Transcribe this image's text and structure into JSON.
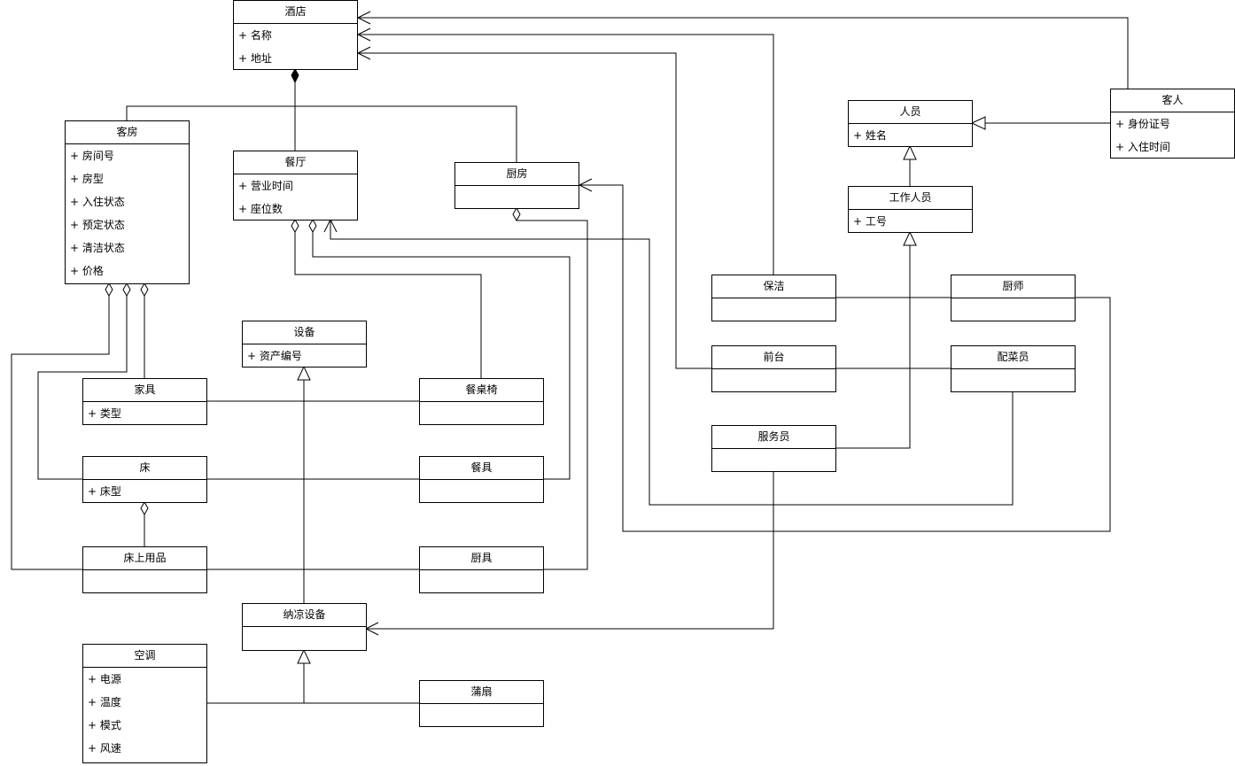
{
  "classes": {
    "hotel": {
      "name": "酒店",
      "attrs": [
        "+ 名称",
        "+ 地址"
      ]
    },
    "guestroom": {
      "name": "客房",
      "attrs": [
        "+ 房间号",
        "+ 房型",
        "+ 入住状态",
        "+ 预定状态",
        "+ 清洁状态",
        "+ 价格"
      ]
    },
    "restaurant": {
      "name": "餐厅",
      "attrs": [
        "+ 营业时间",
        "+ 座位数"
      ]
    },
    "kitchen": {
      "name": "厨房",
      "attrs": []
    },
    "equipment": {
      "name": "设备",
      "attrs": [
        "+ 资产编号"
      ]
    },
    "furniture": {
      "name": "家具",
      "attrs": [
        "+ 类型"
      ]
    },
    "dining_set": {
      "name": "餐桌椅",
      "attrs": []
    },
    "bed": {
      "name": "床",
      "attrs": [
        "+ 床型"
      ]
    },
    "tableware": {
      "name": "餐具",
      "attrs": []
    },
    "bedding": {
      "name": "床上用品",
      "attrs": []
    },
    "kitchenware": {
      "name": "厨具",
      "attrs": []
    },
    "cooling": {
      "name": "纳凉设备",
      "attrs": []
    },
    "aircon": {
      "name": "空调",
      "attrs": [
        "+ 电源",
        "+ 温度",
        "+ 模式",
        "+ 风速"
      ]
    },
    "fan": {
      "name": "蒲扇",
      "attrs": []
    },
    "person": {
      "name": "人员",
      "attrs": [
        "+ 姓名"
      ]
    },
    "guest": {
      "name": "客人",
      "attrs": [
        "+ 身份证号",
        "+ 入住时间"
      ]
    },
    "staff": {
      "name": "工作人员",
      "attrs": [
        "+ 工号"
      ]
    },
    "cleaner": {
      "name": "保洁",
      "attrs": []
    },
    "chef": {
      "name": "厨师",
      "attrs": []
    },
    "reception": {
      "name": "前台",
      "attrs": []
    },
    "prep_cook": {
      "name": "配菜员",
      "attrs": []
    },
    "waiter": {
      "name": "服务员",
      "attrs": []
    }
  }
}
